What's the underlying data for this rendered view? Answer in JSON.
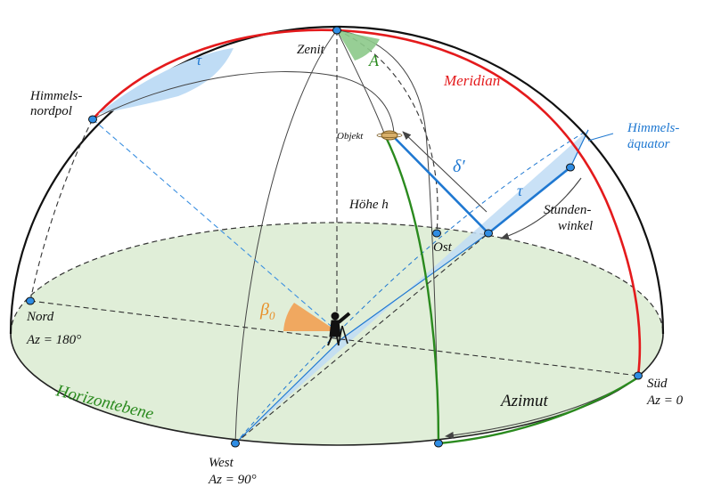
{
  "labels": {
    "zenit": "Zenit",
    "himmels": "Himmels-",
    "nordpol": "nordpol",
    "tau_top": "τ",
    "A": "A",
    "meridian": "Meridian",
    "objekt": "Objekt",
    "himmels_aq1": "Himmels-",
    "himmels_aq2": "äquator",
    "delta": "δ′",
    "tau_right": "τ",
    "stunden1": "Stunden-",
    "stunden2": "winkel",
    "hoehe": "Höhe h",
    "ost": "Ost",
    "beta": "β",
    "beta_sub": "0",
    "nord": "Nord",
    "az_nord": "Az = 180°",
    "horizontebene": "Horizontebene",
    "azimut": "Azimut",
    "sued": "Süd",
    "az_sued": "Az = 0",
    "west": "West",
    "az_west": "Az = 90°"
  },
  "colors": {
    "meridian": "#e41a1c",
    "equator": "#1f78d1",
    "green": "#2a8a1e",
    "horizon_fill": "#e0eed8",
    "equator_fill": "#bfdcf5",
    "angle_A_fill": "#8cc98a",
    "beta_fill": "#f0a860",
    "beta_text": "#e8902a",
    "point": "#2f8de4"
  }
}
